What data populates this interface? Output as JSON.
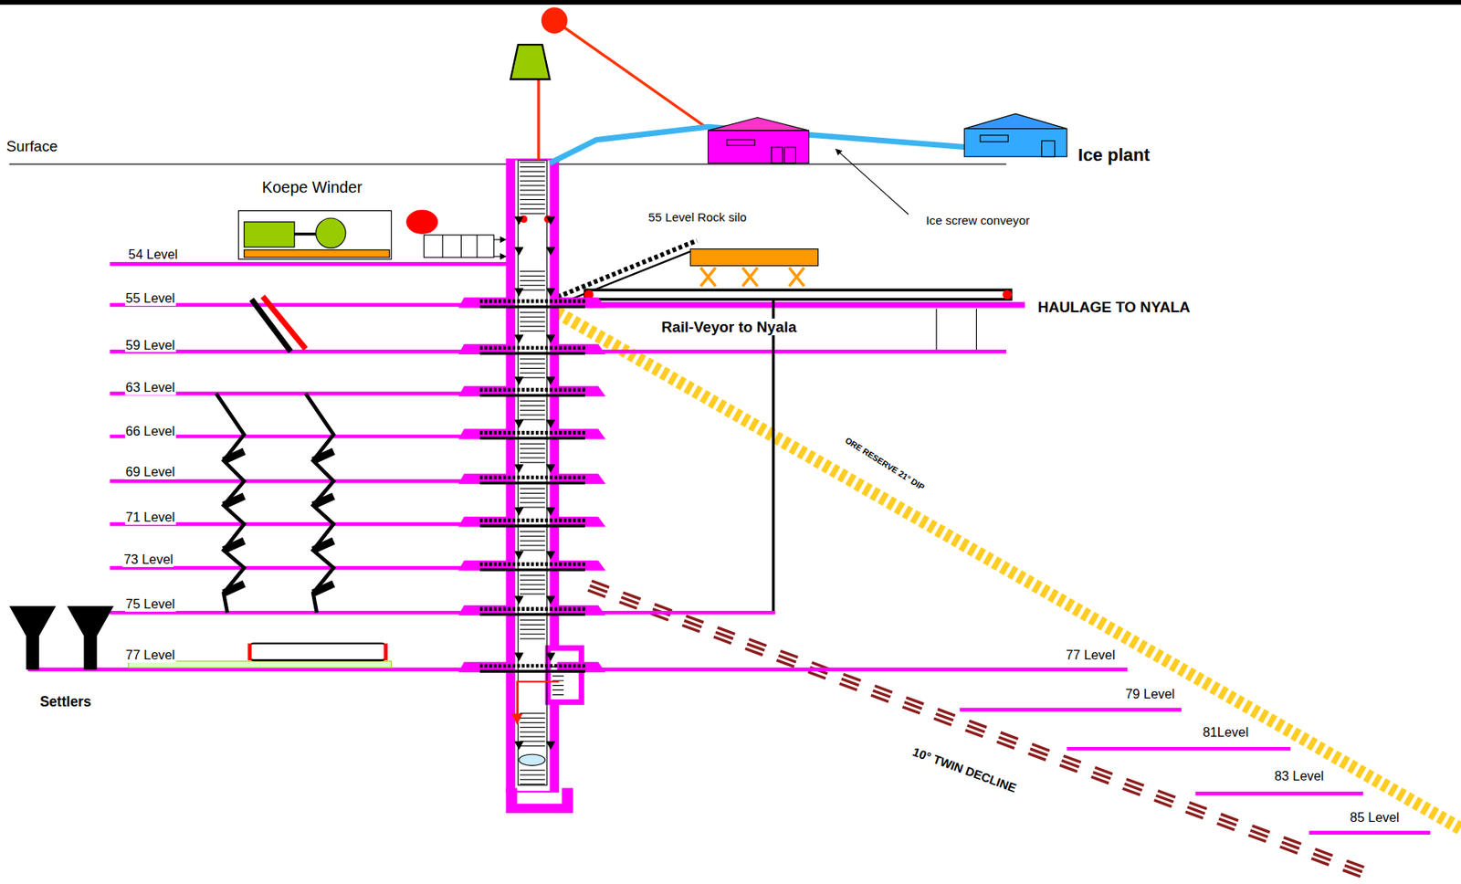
{
  "diagram": {
    "nodes": [
      {
        "text": [
          "Ice plant"
        ]
      },
      {
        "text": [
          "Koepe Winder"
        ]
      }
    ],
    "labels": [
      "Surface",
      "55 Level Rock silo",
      "Ice screw conveyor",
      "54 Level",
      "55 Level",
      "HAULAGE TO NYALA",
      "Rail-Veyor to Nyala",
      "59 Level",
      "63 Level",
      "66 Level",
      "ORE RESERVE 21° DIP",
      "69 Level",
      "71 Level",
      "73 Level",
      "75 Level",
      "77 Level",
      "77 Level",
      "Settlers",
      "79 Level",
      "81Level",
      "10° TWIN DECLINE",
      "83 Level",
      "85 Level"
    ]
  }
}
